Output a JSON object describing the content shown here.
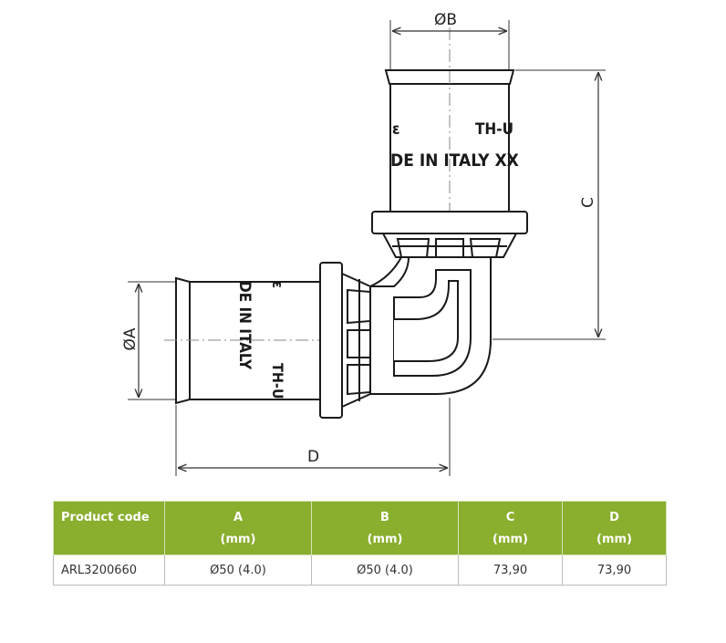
{
  "drawing": {
    "dimensions": {
      "diameter_a": "ØA",
      "diameter_b": "ØB",
      "c": "C",
      "d": "D"
    },
    "pipe_markings": {
      "vertical_line1": "TH-U",
      "vertical_line2": "DE IN ITALY  XX",
      "horizontal_line1": "DE IN ITALY",
      "horizontal_line2": "TH-U"
    }
  },
  "table": {
    "headers": [
      {
        "label": "Product code",
        "unit": ""
      },
      {
        "label": "A",
        "unit": "(mm)"
      },
      {
        "label": "B",
        "unit": "(mm)"
      },
      {
        "label": "C",
        "unit": "(mm)"
      },
      {
        "label": "D",
        "unit": "(mm)"
      }
    ],
    "rows": [
      [
        "ARL3200660",
        "Ø50 (4.0)",
        "Ø50 (4.0)",
        "73,90",
        "73,90"
      ]
    ]
  },
  "colors": {
    "header_bg": "#8aae2e",
    "header_text": "#ffffff",
    "line": "#1a1a1a"
  }
}
